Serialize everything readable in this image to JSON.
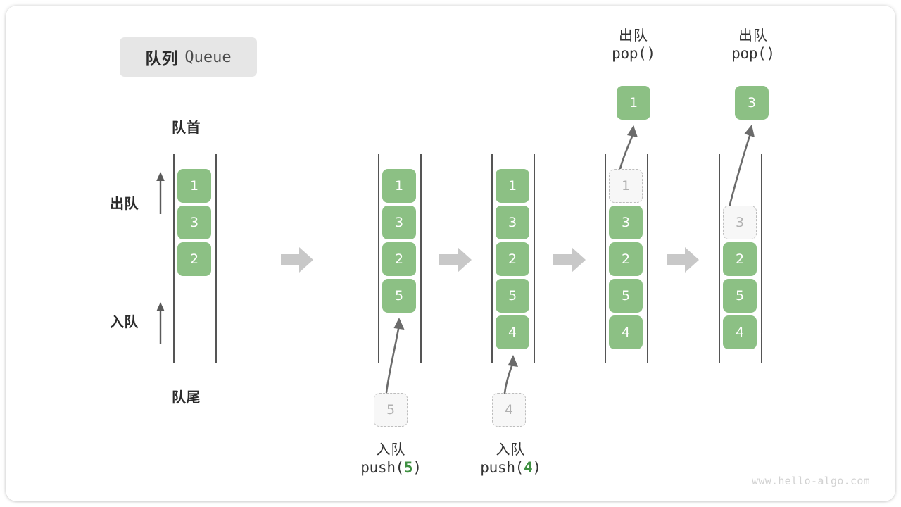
{
  "title": {
    "cn": "队列",
    "en": "Queue"
  },
  "colors": {
    "box_fill": "#8cc084",
    "box_text": "#ffffff",
    "ghost_fill": "#f7f7f7",
    "ghost_border": "#bdbdbd",
    "ghost_text": "#b0b0b0",
    "rail": "#555555",
    "step_arrow": "#c8c8c8",
    "motion_arrow": "#6b6b6b",
    "accent_green": "#3f9142",
    "title_pill_bg": "#e6e6e6",
    "watermark": "#d2d2d2"
  },
  "labels": {
    "front": "队首",
    "rear": "队尾",
    "dequeue": "出队",
    "enqueue": "入队"
  },
  "stages": [
    {
      "id": "initial",
      "name": "initial-queue",
      "items": [
        "1",
        "3",
        "2"
      ],
      "slot_offset": 0,
      "ghost_index": -1
    },
    {
      "id": "push5",
      "name": "after-push-5",
      "items": [
        "1",
        "3",
        "2",
        "5"
      ],
      "slot_offset": 0,
      "ghost_index": -1,
      "incoming": {
        "value": "5"
      },
      "caption": {
        "cn": "入队",
        "code_prefix": "push(",
        "code_value": "5",
        "code_suffix": ")"
      }
    },
    {
      "id": "push4",
      "name": "after-push-4",
      "items": [
        "1",
        "3",
        "2",
        "5",
        "4"
      ],
      "slot_offset": 0,
      "ghost_index": -1,
      "incoming": {
        "value": "4"
      },
      "caption": {
        "cn": "入队",
        "code_prefix": "push(",
        "code_value": "4",
        "code_suffix": ")"
      }
    },
    {
      "id": "pop1",
      "name": "after-pop-1",
      "items": [
        "1",
        "3",
        "2",
        "5",
        "4"
      ],
      "slot_offset": 0,
      "ghost_index": 0,
      "popped": {
        "value": "1"
      },
      "top_caption": {
        "cn": "出队",
        "code": "pop()"
      }
    },
    {
      "id": "pop3",
      "name": "after-pop-3",
      "items": [
        "3",
        "2",
        "5",
        "4"
      ],
      "slot_offset": 1,
      "ghost_index": 0,
      "popped": {
        "value": "3"
      },
      "top_caption": {
        "cn": "出队",
        "code": "pop()"
      }
    }
  ],
  "watermark": "www.hello-algo.com"
}
